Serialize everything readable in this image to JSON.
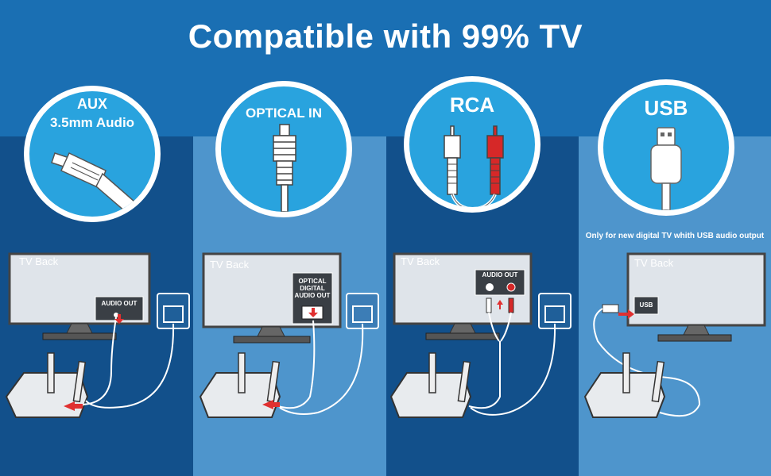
{
  "headline": "Compatible with 99% TV",
  "panels": [
    {
      "id": "aux",
      "circle_label_line1": "AUX",
      "circle_label_line2": "3.5mm Audio",
      "tv_label": "TV Back",
      "port_label": "AUDIO OUT"
    },
    {
      "id": "optical",
      "circle_label_line1": "OPTICAL IN",
      "tv_label": "TV Back",
      "port_label_line1": "OPTICAL",
      "port_label_line2": "DIGITAL",
      "port_label_line3": "AUDIO OUT"
    },
    {
      "id": "rca",
      "circle_label_line1": "RCA",
      "tv_label": "TV Back",
      "port_label": "AUDIO OUT"
    },
    {
      "id": "usb",
      "circle_label_line1": "USB",
      "tv_label": "TV Back",
      "port_label": "USB",
      "note": "Only for new digital TV whith USB audio output"
    }
  ],
  "colors": {
    "header_band": "#1a6fb3",
    "column_dark": "#12508b",
    "column_light": "#4e95cc",
    "circle_fill": "#29a3de",
    "rca_red": "#d62828",
    "arrow_red": "#e03030"
  },
  "icons": [
    "aux-plug-icon",
    "optical-plug-icon",
    "rca-plugs-icon",
    "usb-plug-icon",
    "tv-icon",
    "wall-socket-icon",
    "transmitter-icon",
    "cable-icon"
  ]
}
